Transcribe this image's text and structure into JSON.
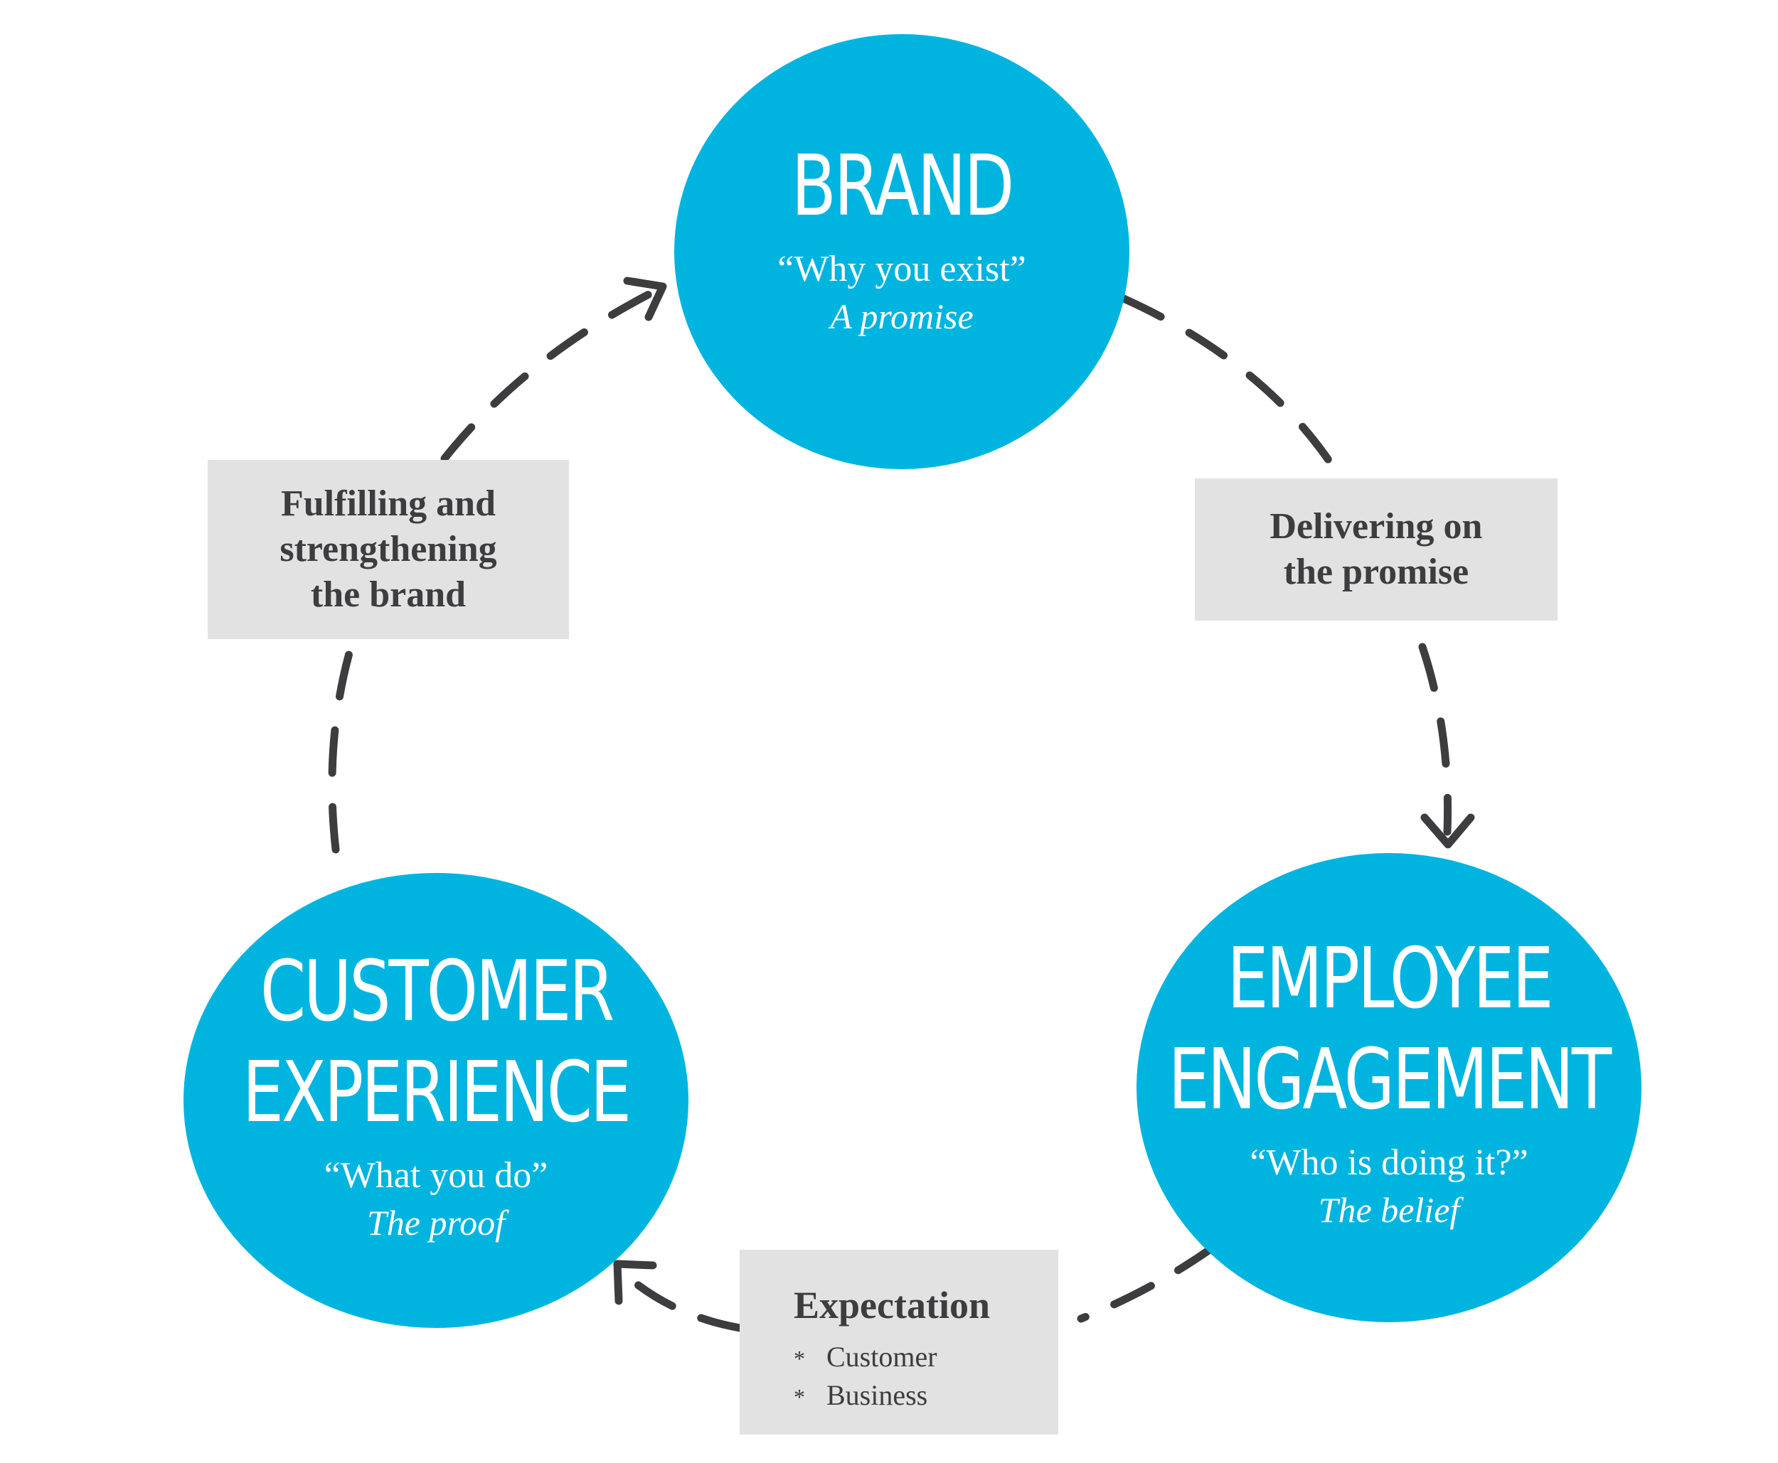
{
  "colors": {
    "circle": "#00b4e0",
    "card": "#e2e2e2",
    "text_dark": "#3d3d3f",
    "arrow": "#3d3d3f"
  },
  "brand": {
    "title": "BRAND",
    "quote": "“Why you exist”",
    "sub": "A promise"
  },
  "employee": {
    "title_line1": "EMPLOYEE",
    "title_line2": "ENGAGEMENT",
    "quote": "“Who is doing it?”",
    "sub": "The belief"
  },
  "customer": {
    "title_line1": "CUSTOMER",
    "title_line2": "EXPERIENCE",
    "quote": "“What you do”",
    "sub": "The proof"
  },
  "labels": {
    "delivering": [
      "Delivering on",
      "the promise"
    ],
    "fulfilling": [
      "Fulfilling and",
      "strengthening",
      "the brand"
    ]
  },
  "expectation": {
    "title": "Expectation",
    "items": [
      "Customer",
      "Business"
    ],
    "bullet": "*"
  }
}
